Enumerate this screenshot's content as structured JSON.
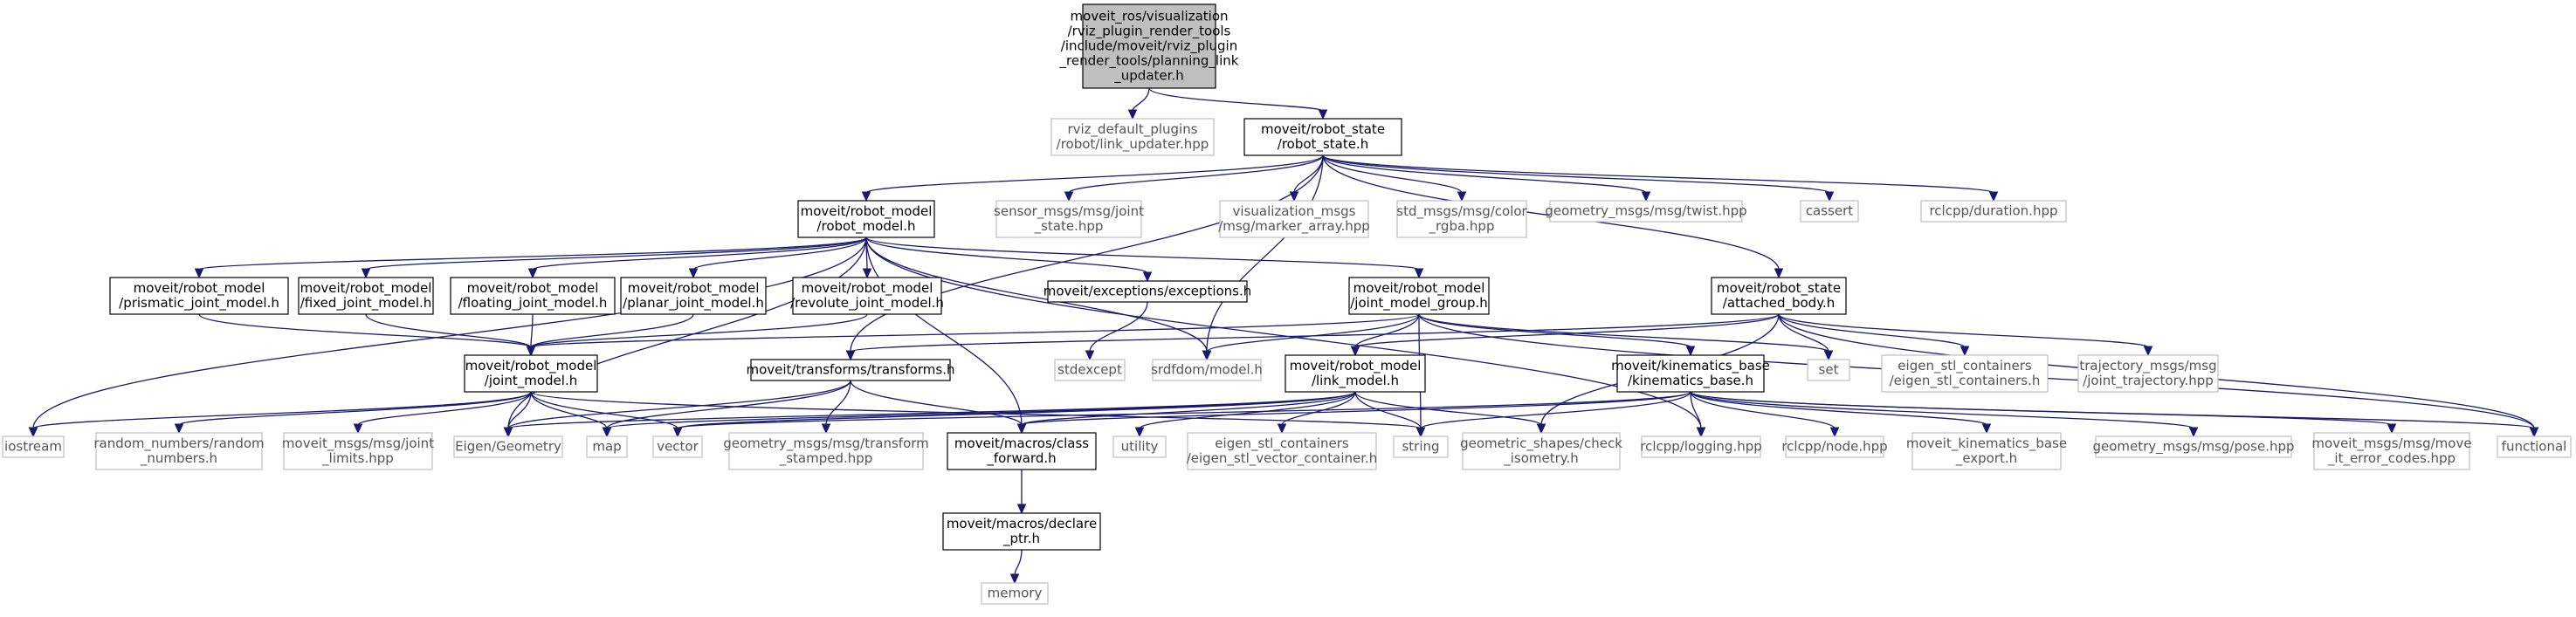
{
  "colors": {
    "edge": "#191970",
    "root_fill": "#bfbfbf",
    "external_border": "#bfbfbf",
    "node_border": "#000000"
  },
  "nodes": [
    {
      "id": "root",
      "kind": "root",
      "lines": [
        "moveit_ros/visualization",
        "/rviz_plugin_render_tools",
        "/include/moveit/rviz_plugin",
        "_render_tools/planning_link",
        "_updater.h"
      ]
    },
    {
      "id": "rviz_link",
      "kind": "external",
      "lines": [
        "rviz_default_plugins",
        "/robot/link_updater.hpp"
      ]
    },
    {
      "id": "robot_state",
      "kind": "normal",
      "lines": [
        "moveit/robot_state",
        "/robot_state.h"
      ]
    },
    {
      "id": "robot_model",
      "kind": "normal",
      "lines": [
        "moveit/robot_model",
        "/robot_model.h"
      ]
    },
    {
      "id": "sensor_js",
      "kind": "external",
      "lines": [
        "sensor_msgs/msg/joint",
        "_state.hpp"
      ]
    },
    {
      "id": "vis_marker",
      "kind": "external",
      "lines": [
        "visualization_msgs",
        "/msg/marker_array.hpp"
      ]
    },
    {
      "id": "std_color",
      "kind": "external",
      "lines": [
        "std_msgs/msg/color",
        "_rgba.hpp"
      ]
    },
    {
      "id": "geo_twist",
      "kind": "external",
      "lines": [
        "geometry_msgs/msg/twist.hpp"
      ]
    },
    {
      "id": "cassert",
      "kind": "external",
      "lines": [
        "cassert"
      ]
    },
    {
      "id": "rclcpp_dur",
      "kind": "external",
      "lines": [
        "rclcpp/duration.hpp"
      ]
    },
    {
      "id": "prismatic",
      "kind": "normal",
      "lines": [
        "moveit/robot_model",
        "/prismatic_joint_model.h"
      ]
    },
    {
      "id": "fixed",
      "kind": "normal",
      "lines": [
        "moveit/robot_model",
        "/fixed_joint_model.h"
      ]
    },
    {
      "id": "floating",
      "kind": "normal",
      "lines": [
        "moveit/robot_model",
        "/floating_joint_model.h"
      ]
    },
    {
      "id": "planar",
      "kind": "normal",
      "lines": [
        "moveit/robot_model",
        "/planar_joint_model.h"
      ]
    },
    {
      "id": "revolute",
      "kind": "normal",
      "lines": [
        "moveit/robot_model",
        "/revolute_joint_model.h"
      ]
    },
    {
      "id": "exceptions",
      "kind": "normal",
      "lines": [
        "moveit/exceptions/exceptions.h"
      ]
    },
    {
      "id": "jmg",
      "kind": "normal",
      "lines": [
        "moveit/robot_model",
        "/joint_model_group.h"
      ]
    },
    {
      "id": "attached",
      "kind": "normal",
      "lines": [
        "moveit/robot_state",
        "/attached_body.h"
      ]
    },
    {
      "id": "joint_model",
      "kind": "normal",
      "lines": [
        "moveit/robot_model",
        "/joint_model.h"
      ]
    },
    {
      "id": "transforms",
      "kind": "normal",
      "lines": [
        "moveit/transforms/transforms.h"
      ]
    },
    {
      "id": "stdexcept",
      "kind": "external",
      "lines": [
        "stdexcept"
      ]
    },
    {
      "id": "srdfdom",
      "kind": "external",
      "lines": [
        "srdfdom/model.h"
      ]
    },
    {
      "id": "link_model",
      "kind": "normal",
      "lines": [
        "moveit/robot_model",
        "/link_model.h"
      ]
    },
    {
      "id": "kin_base",
      "kind": "normal",
      "lines": [
        "moveit/kinematics_base",
        "/kinematics_base.h"
      ]
    },
    {
      "id": "set",
      "kind": "external",
      "lines": [
        "set"
      ]
    },
    {
      "id": "eigen_stl",
      "kind": "external",
      "lines": [
        "eigen_stl_containers",
        "/eigen_stl_containers.h"
      ]
    },
    {
      "id": "traj_msgs",
      "kind": "external",
      "lines": [
        "trajectory_msgs/msg",
        "/joint_trajectory.hpp"
      ]
    },
    {
      "id": "iostream",
      "kind": "external",
      "lines": [
        "iostream"
      ]
    },
    {
      "id": "random_num",
      "kind": "external",
      "lines": [
        "random_numbers/random",
        "_numbers.h"
      ]
    },
    {
      "id": "jl_msgs",
      "kind": "external",
      "lines": [
        "moveit_msgs/msg/joint",
        "_limits.hpp"
      ]
    },
    {
      "id": "eigen_geo",
      "kind": "external",
      "lines": [
        "Eigen/Geometry"
      ]
    },
    {
      "id": "map",
      "kind": "external",
      "lines": [
        "map"
      ]
    },
    {
      "id": "vector",
      "kind": "external",
      "lines": [
        "vector"
      ]
    },
    {
      "id": "geo_tf",
      "kind": "external",
      "lines": [
        "geometry_msgs/msg/transform",
        "_stamped.hpp"
      ]
    },
    {
      "id": "class_fwd",
      "kind": "normal",
      "lines": [
        "moveit/macros/class",
        "_forward.h"
      ]
    },
    {
      "id": "utility",
      "kind": "external",
      "lines": [
        "utility"
      ]
    },
    {
      "id": "eigen_vec",
      "kind": "external",
      "lines": [
        "eigen_stl_containers",
        "/eigen_stl_vector_container.h"
      ]
    },
    {
      "id": "string",
      "kind": "external",
      "lines": [
        "string"
      ]
    },
    {
      "id": "geo_shapes",
      "kind": "external",
      "lines": [
        "geometric_shapes/check",
        "_isometry.h"
      ]
    },
    {
      "id": "rclcpp_log",
      "kind": "external",
      "lines": [
        "rclcpp/logging.hpp"
      ]
    },
    {
      "id": "rclcpp_node",
      "kind": "external",
      "lines": [
        "rclcpp/node.hpp"
      ]
    },
    {
      "id": "kin_export",
      "kind": "external",
      "lines": [
        "moveit_kinematics_base",
        "_export.h"
      ]
    },
    {
      "id": "geo_pose",
      "kind": "external",
      "lines": [
        "geometry_msgs/msg/pose.hpp"
      ]
    },
    {
      "id": "move_err",
      "kind": "external",
      "lines": [
        "moveit_msgs/msg/move",
        "_it_error_codes.hpp"
      ]
    },
    {
      "id": "functional",
      "kind": "external",
      "lines": [
        "functional"
      ]
    },
    {
      "id": "declare_ptr",
      "kind": "normal",
      "lines": [
        "moveit/macros/declare",
        "_ptr.h"
      ]
    },
    {
      "id": "memory",
      "kind": "external",
      "lines": [
        "memory"
      ]
    }
  ],
  "edges": [
    [
      "root",
      "rviz_link"
    ],
    [
      "root",
      "robot_state"
    ],
    [
      "robot_state",
      "robot_model"
    ],
    [
      "robot_state",
      "sensor_js"
    ],
    [
      "robot_state",
      "vis_marker"
    ],
    [
      "robot_state",
      "std_color"
    ],
    [
      "robot_state",
      "geo_twist"
    ],
    [
      "robot_state",
      "cassert"
    ],
    [
      "robot_state",
      "rclcpp_dur"
    ],
    [
      "robot_state",
      "attached"
    ],
    [
      "robot_state",
      "transforms"
    ],
    [
      "robot_state",
      "srdfdom"
    ],
    [
      "robot_model",
      "prismatic"
    ],
    [
      "robot_model",
      "fixed"
    ],
    [
      "robot_model",
      "floating"
    ],
    [
      "robot_model",
      "planar"
    ],
    [
      "robot_model",
      "revolute"
    ],
    [
      "robot_model",
      "exceptions"
    ],
    [
      "robot_model",
      "jmg"
    ],
    [
      "robot_model",
      "iostream"
    ],
    [
      "robot_model",
      "eigen_geo"
    ],
    [
      "robot_model",
      "class_fwd"
    ],
    [
      "robot_model",
      "rclcpp_log"
    ],
    [
      "robot_model",
      "srdfdom"
    ],
    [
      "prismatic",
      "joint_model"
    ],
    [
      "fixed",
      "joint_model"
    ],
    [
      "floating",
      "joint_model"
    ],
    [
      "planar",
      "joint_model"
    ],
    [
      "revolute",
      "joint_model"
    ],
    [
      "exceptions",
      "stdexcept"
    ],
    [
      "jmg",
      "joint_model"
    ],
    [
      "jmg",
      "link_model"
    ],
    [
      "jmg",
      "kin_base"
    ],
    [
      "jmg",
      "srdfdom"
    ],
    [
      "jmg",
      "set"
    ],
    [
      "jmg",
      "string"
    ],
    [
      "jmg",
      "functional"
    ],
    [
      "attached",
      "link_model"
    ],
    [
      "attached",
      "transforms"
    ],
    [
      "attached",
      "set"
    ],
    [
      "attached",
      "eigen_stl"
    ],
    [
      "attached",
      "traj_msgs"
    ],
    [
      "attached",
      "functional"
    ],
    [
      "attached",
      "geo_shapes"
    ],
    [
      "joint_model",
      "iostream"
    ],
    [
      "joint_model",
      "random_num"
    ],
    [
      "joint_model",
      "jl_msgs"
    ],
    [
      "joint_model",
      "eigen_geo"
    ],
    [
      "joint_model",
      "map"
    ],
    [
      "joint_model",
      "vector"
    ],
    [
      "joint_model",
      "string"
    ],
    [
      "transforms",
      "eigen_geo"
    ],
    [
      "transforms",
      "map"
    ],
    [
      "transforms",
      "geo_tf"
    ],
    [
      "transforms",
      "class_fwd"
    ],
    [
      "link_model",
      "eigen_geo"
    ],
    [
      "link_model",
      "map"
    ],
    [
      "link_model",
      "vector"
    ],
    [
      "link_model",
      "class_fwd"
    ],
    [
      "link_model",
      "utility"
    ],
    [
      "link_model",
      "eigen_vec"
    ],
    [
      "link_model",
      "string"
    ],
    [
      "link_model",
      "geo_shapes"
    ],
    [
      "kin_base",
      "class_fwd"
    ],
    [
      "kin_base",
      "string"
    ],
    [
      "kin_base",
      "rclcpp_log"
    ],
    [
      "kin_base",
      "rclcpp_node"
    ],
    [
      "kin_base",
      "kin_export"
    ],
    [
      "kin_base",
      "geo_pose"
    ],
    [
      "kin_base",
      "move_err"
    ],
    [
      "kin_base",
      "functional"
    ],
    [
      "kin_base",
      "vector"
    ],
    [
      "class_fwd",
      "declare_ptr"
    ],
    [
      "declare_ptr",
      "memory"
    ]
  ]
}
